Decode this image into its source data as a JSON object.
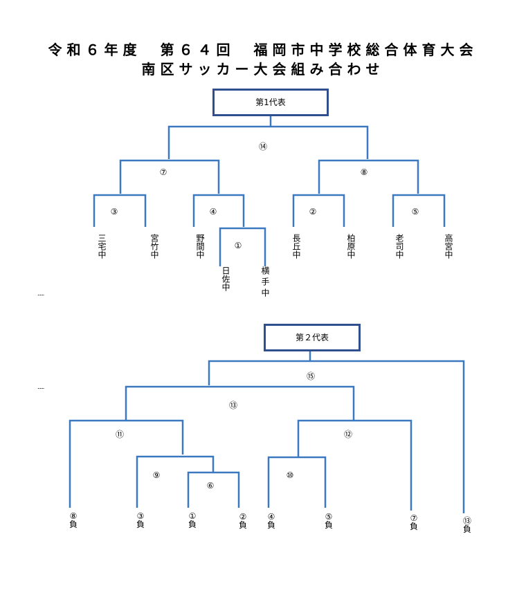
{
  "title_line1": "令和６年度　第６４回　福岡市中学校総合体育大会",
  "title_line2": "南区サッカー大会組み合わせ",
  "rep1_label": "第1代表",
  "rep2_label": "第２代表",
  "line_color": "#3a78c0",
  "box_border_color": "#2f4f8f",
  "bracket1": {
    "match_labels": [
      "⑭",
      "⑦",
      "⑧",
      "③",
      "④",
      "②",
      "⑤",
      "①"
    ],
    "teams": [
      "三宅中",
      "宮竹中",
      "野間中",
      "長丘中",
      "柏原中",
      "老司中",
      "高宮中",
      "日佐中",
      "横手中"
    ]
  },
  "bracket2": {
    "match_labels": [
      "⑮",
      "⑬",
      "⑪",
      "⑫",
      "⑨",
      "⑥",
      "⑩"
    ],
    "slots": [
      {
        "mark": "⑧",
        "result": "負"
      },
      {
        "mark": "③",
        "result": "負"
      },
      {
        "mark": "①",
        "result": "負"
      },
      {
        "mark": "②",
        "result": "負"
      },
      {
        "mark": "④",
        "result": "負"
      },
      {
        "mark": "⑤",
        "result": "負"
      },
      {
        "mark": "⑦",
        "result": "負"
      },
      {
        "mark": "⑬",
        "result": "負"
      }
    ]
  },
  "dots": "......"
}
